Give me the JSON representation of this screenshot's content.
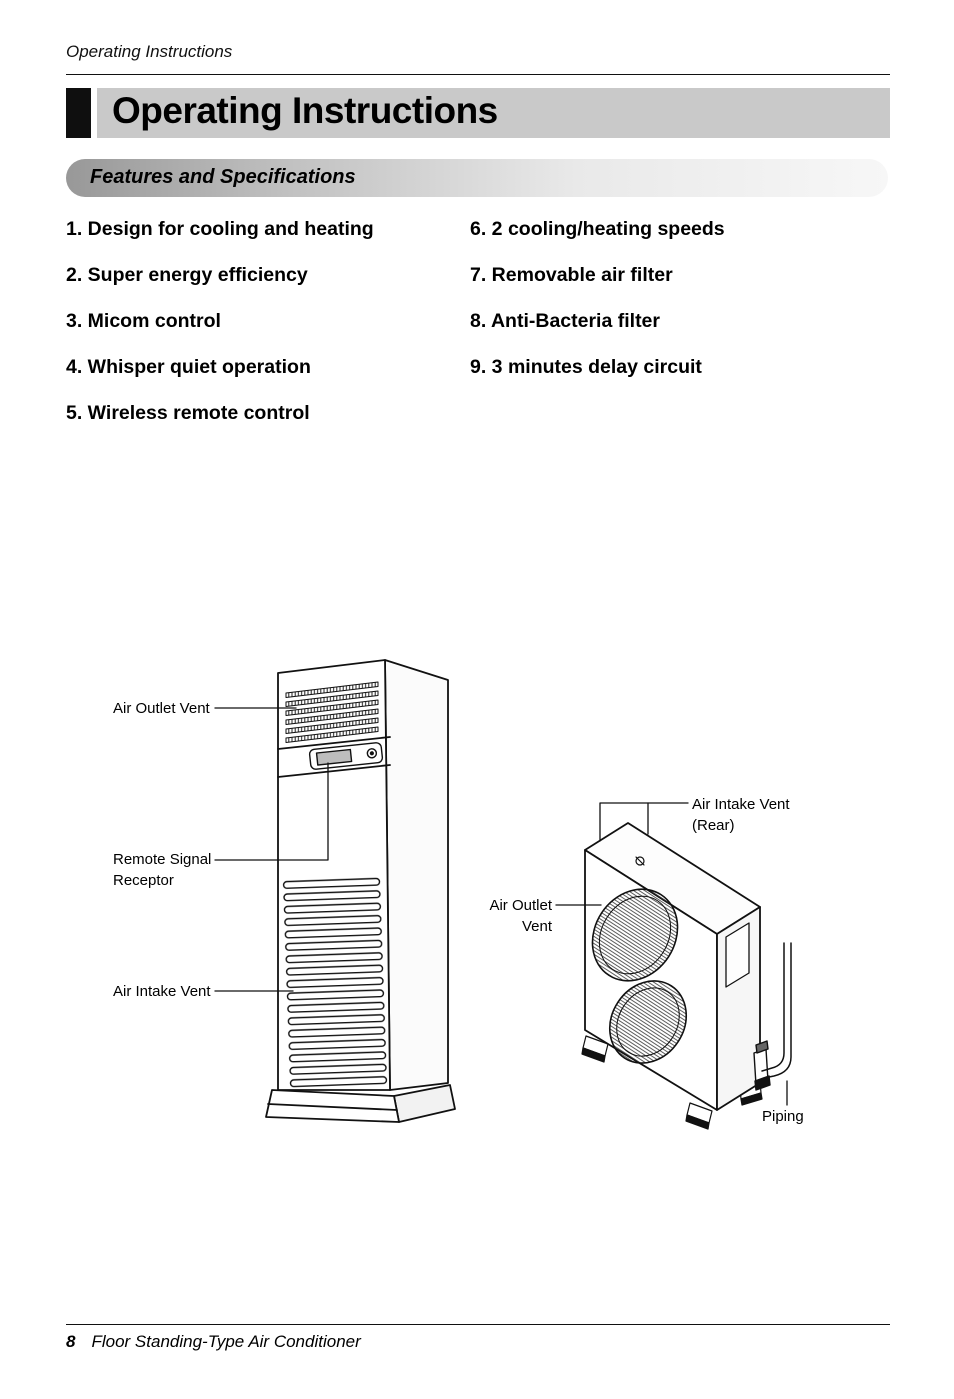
{
  "page": {
    "running_head": "Operating Instructions",
    "title": "Operating Instructions",
    "section_banner": "Features and Specifications",
    "footer_page_number": "8",
    "footer_text": "Floor Standing-Type Air Conditioner"
  },
  "features": {
    "left": [
      "1. Design for cooling and heating",
      "2. Super energy efficiency",
      "3. Micom control",
      "4. Whisper quiet operation",
      "5. Wireless remote control"
    ],
    "right": [
      "6. 2 cooling/heating speeds",
      "7. Removable air filter",
      "8. Anti-Bacteria filter",
      "9. 3 minutes delay circuit"
    ]
  },
  "diagram": {
    "indoor_labels": {
      "air_outlet": "Air Outlet Vent",
      "remote_1": "Remote Signal",
      "remote_2": "Receptor",
      "air_intake": "Air Intake Vent"
    },
    "outdoor_labels": {
      "air_intake_1": "Air Intake Vent",
      "air_intake_2": "(Rear)",
      "air_outlet_1": "Air Outlet",
      "air_outlet_2": "Vent",
      "piping": "Piping"
    }
  },
  "colors": {
    "title_bar_bg": "#c9c9c9",
    "title_block": "#0f0f0f",
    "banner_gradient_start": "#989898",
    "banner_gradient_end": "#f7f7f7",
    "line_color": "#111111"
  }
}
